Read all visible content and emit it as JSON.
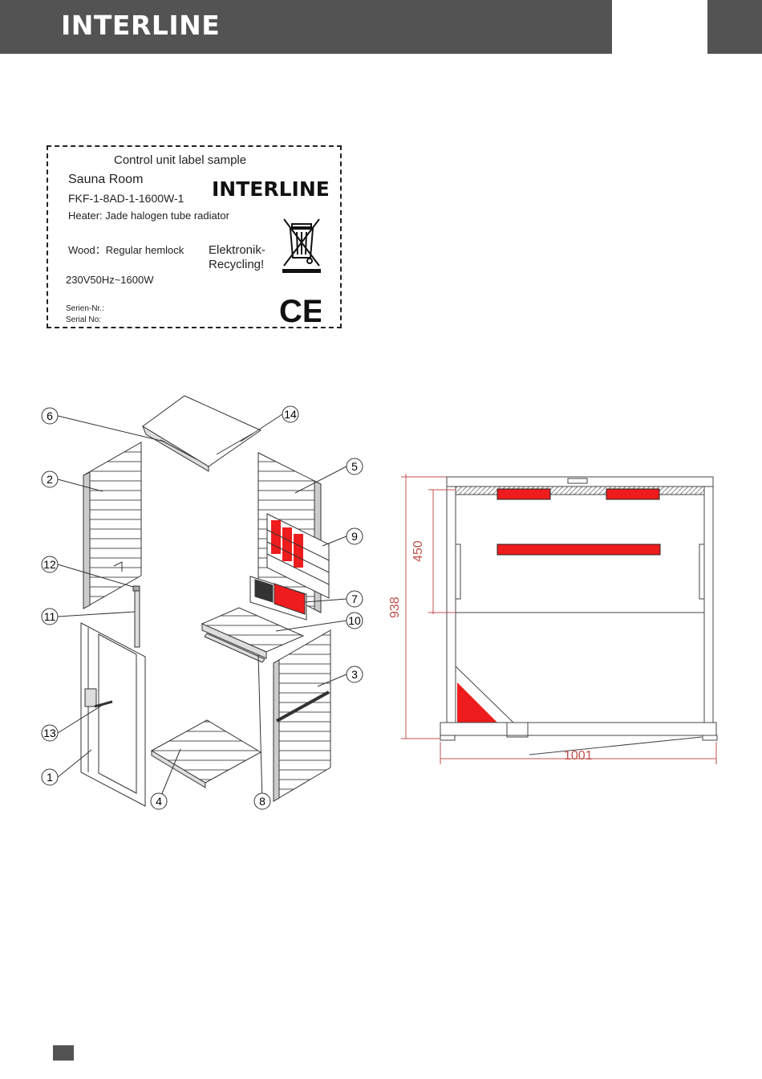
{
  "header": {
    "brand": "INTERLINE"
  },
  "label": {
    "title": "Control unit label sample",
    "product": "Sauna Room",
    "model": "FKF-1-8AD-1-1600W-1",
    "heater": "Heater: Jade halogen tube radiator",
    "wood": "Wood：Regular hemlock",
    "power": "230V50Hz~1600W",
    "serial_de": "Serien-Nr.:",
    "serial_en": "Serial  No:",
    "brand": "INTERLINE",
    "recycling_line1": "Elektronik-",
    "recycling_line2": "Recycling!",
    "ce_mark": "CE"
  },
  "callouts": [
    "6",
    "14",
    "2",
    "5",
    "9",
    "12",
    "7",
    "11",
    "10",
    "3",
    "13",
    "1",
    "4",
    "8"
  ],
  "dimensions": {
    "width": "1001",
    "height": "938",
    "heater_height": "450"
  },
  "colors": {
    "header": "#535353",
    "heater": "#ee1c1c",
    "dimension": "#c0504d"
  }
}
